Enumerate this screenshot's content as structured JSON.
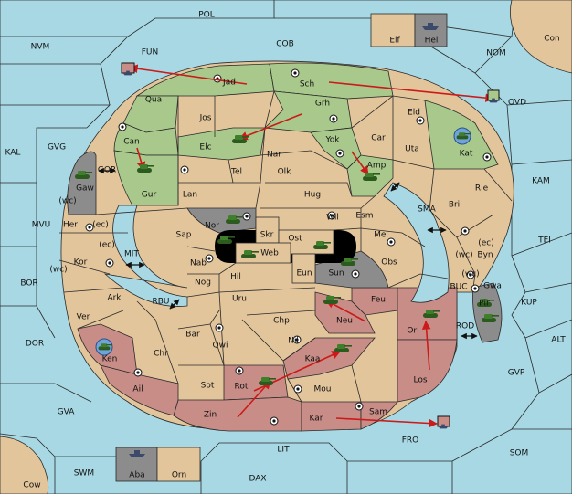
{
  "colors": {
    "sea": "#a7d8e4",
    "neutral": "#e3c59b",
    "green_power": "#a9c88b",
    "red_power": "#c98d87",
    "grey_power": "#8c8c8c",
    "border": "#2a2a2a",
    "order_arrow": "#cc1a1a"
  },
  "sea_labels": {
    "pol": "POL",
    "fun": "FUN",
    "nvm": "NVM",
    "cob": "COB",
    "nom": "NOM",
    "con": "Con",
    "kal": "KAL",
    "gvg": "GVG",
    "gor": "GOR",
    "ovd": "OVD",
    "kam": "KAM",
    "sma": "SMA",
    "tei": "TEI",
    "mvu": "MVU",
    "mit": "MIT",
    "bor": "BOR",
    "rbu": "RBU",
    "buc": "BUC",
    "kup": "KUP",
    "rod": "ROD",
    "alt": "ALT",
    "dor": "DOR",
    "gvp": "GVP",
    "gva": "GVA",
    "fro": "FRO",
    "som": "SOM",
    "lit": "LIT",
    "swm": "SWM",
    "dax": "DAX",
    "cow": "Cow"
  },
  "coast_labels": {
    "wc1": "(wc)",
    "ec1": "(ec)",
    "ec2": "(ec)",
    "wc2": "(wc)",
    "wc3": "(wc)",
    "ec3": "(ec)",
    "wc4": "(wc)"
  },
  "land_labels": {
    "jad": "Jad",
    "sch": "Sch",
    "qua": "Qua",
    "jos": "Jos",
    "grh": "Grh",
    "eld": "Eld",
    "can": "Can",
    "elc": "Elc",
    "nar": "Nar",
    "yok": "Yok",
    "car": "Car",
    "uta": "Uta",
    "kat": "Kat",
    "amp": "Amp",
    "gur": "Gur",
    "tel": "Tel",
    "olk": "Olk",
    "lan": "Lan",
    "hug": "Hug",
    "rie": "Rie",
    "bri": "Bri",
    "gaw": "Gaw",
    "her": "Her",
    "nor": "Nor",
    "wil": "Wil",
    "esm": "Esm",
    "sap": "Sap",
    "skr": "Skr",
    "ost": "Ost",
    "web": "Web",
    "mel": "Mel",
    "byn": "Byn",
    "kor": "Kor",
    "nab": "Nab",
    "eun": "Eun",
    "sun": "Sun",
    "obs": "Obs",
    "gwa": "Gwa",
    "hil": "Hil",
    "nog": "Nog",
    "pir": "Pir",
    "ark": "Ark",
    "uru": "Uru",
    "feu": "Feu",
    "neu": "Neu",
    "orl": "Orl",
    "ver": "Ver",
    "chp": "Chp",
    "bar": "Bar",
    "qwi": "Qwi",
    "nil": "Nil",
    "ken": "Ken",
    "chr": "Chr",
    "kaa": "Kaa",
    "los": "Los",
    "ail": "Ail",
    "sot": "Sot",
    "rot": "Rot",
    "mou": "Mou",
    "zin": "Zin",
    "kar": "Kar",
    "sam": "Sam",
    "elf": "Elf",
    "hel": "Hel",
    "aba": "Aba",
    "orn": "Orn"
  },
  "units": [
    {
      "type": "fleet",
      "region": "FUN"
    },
    {
      "type": "fleet",
      "region": "OVD"
    },
    {
      "type": "fleet",
      "region": "Hel"
    },
    {
      "type": "army",
      "region": "Elc"
    },
    {
      "type": "army",
      "region": "Gur"
    },
    {
      "type": "army",
      "region": "Amp"
    },
    {
      "type": "army",
      "region": "Kat"
    },
    {
      "type": "army",
      "region": "Gaw"
    },
    {
      "type": "army",
      "region": "Nor"
    },
    {
      "type": "army",
      "region": "Web"
    },
    {
      "type": "army",
      "region": "Ost"
    },
    {
      "type": "army",
      "region": "Sun"
    },
    {
      "type": "army",
      "region": "Skr"
    },
    {
      "type": "army",
      "region": "Neu"
    },
    {
      "type": "army",
      "region": "Orl"
    },
    {
      "type": "army",
      "region": "Kaa"
    },
    {
      "type": "army",
      "region": "Rot"
    },
    {
      "type": "army",
      "region": "Ken"
    },
    {
      "type": "army",
      "region": "Pir"
    },
    {
      "type": "fleet",
      "region": "FRO"
    },
    {
      "type": "fleet",
      "region": "Aba"
    }
  ],
  "legend_icons": [
    "tank-icon",
    "ship-icon",
    "supply-center-icon",
    "two-way-arrow-icon"
  ]
}
